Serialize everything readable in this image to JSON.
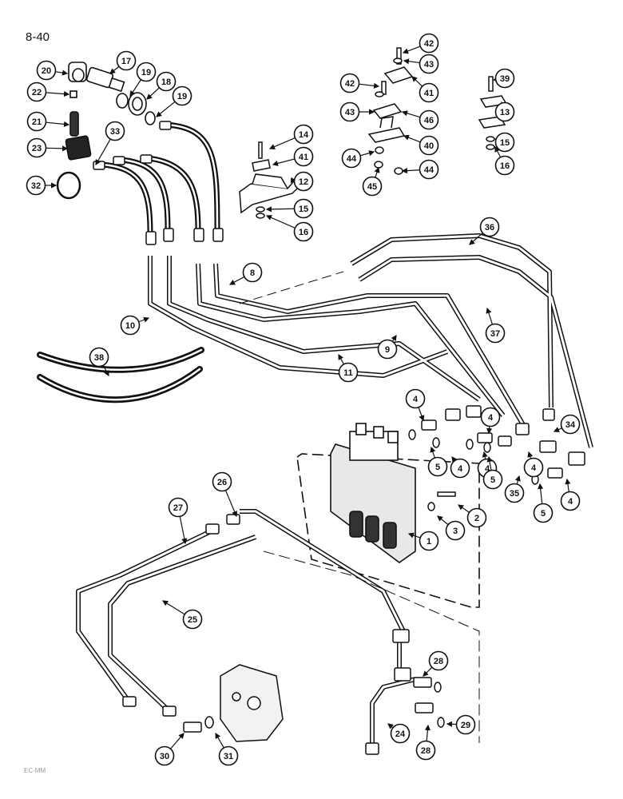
{
  "page_number": "8-40",
  "footer_code": "EC-MM",
  "callouts": [
    "20",
    "17",
    "19",
    "18",
    "19",
    "22",
    "21",
    "23",
    "33",
    "32",
    "42",
    "43",
    "42",
    "41",
    "43",
    "46",
    "40",
    "44",
    "45",
    "44",
    "39",
    "13",
    "15",
    "16",
    "14",
    "41",
    "12",
    "15",
    "16",
    "36",
    "8",
    "37",
    "10",
    "9",
    "11",
    "38",
    "4",
    "4",
    "4",
    "34",
    "5",
    "4",
    "5",
    "4",
    "35",
    "5",
    "4",
    "26",
    "2",
    "27",
    "3",
    "1",
    "25",
    "28",
    "29",
    "30",
    "31",
    "24",
    "28"
  ]
}
